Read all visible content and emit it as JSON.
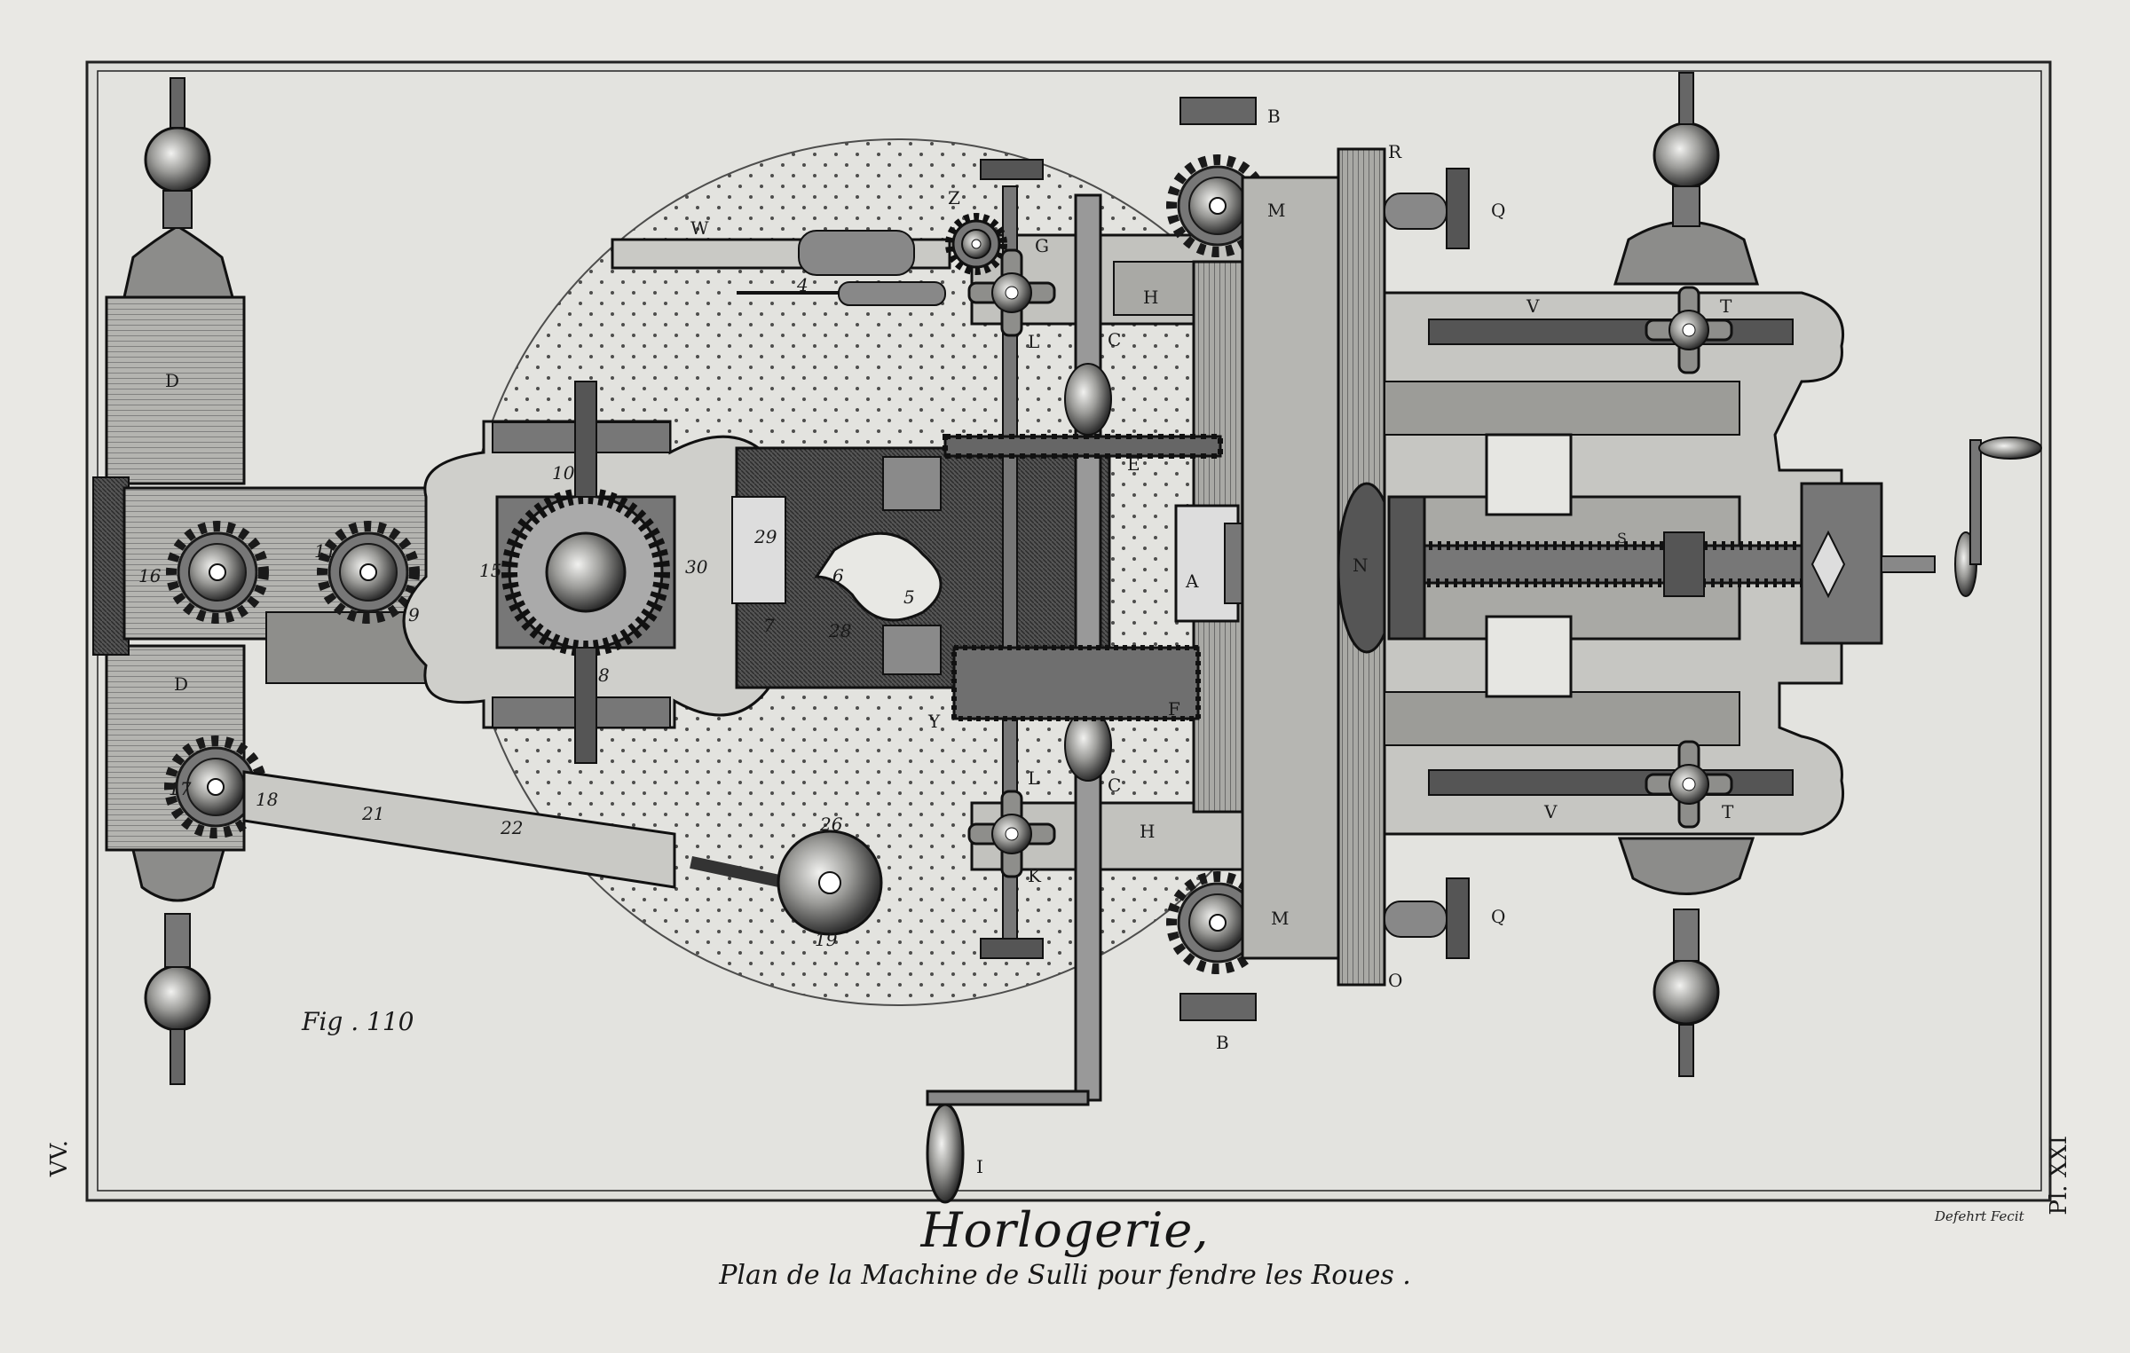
{
  "plate": {
    "title": "Horlogerie,",
    "subtitle": "Plan de la Machine de Sulli pour fendre les Roues .",
    "figure_label": "Fig . 110",
    "engraver": "Defehrt Fecit",
    "plate_number": "Pl. XXI",
    "volume_mark": "VV."
  },
  "letters": {
    "A": "A",
    "B": "B",
    "C": "C",
    "D": "D",
    "E": "E",
    "F": "F",
    "G": "G",
    "H": "H",
    "I": "I",
    "K": "K",
    "L": "L",
    "M": "M",
    "N": "N",
    "O": "O",
    "Q": "Q",
    "R": "R",
    "S": "S",
    "T": "T",
    "V": "V",
    "W": "W",
    "Y": "Y",
    "Z": "Z"
  },
  "numbers": {
    "n4": "4",
    "n5": "5",
    "n6": "6",
    "n7": "7",
    "n8": "8",
    "n9": "9",
    "n10": "10",
    "n11": "11",
    "n15": "15",
    "n16": "16",
    "n17": "17",
    "n18": "18",
    "n19": "19",
    "n21": "21",
    "n22": "22",
    "n26": "26",
    "n28": "28",
    "n29": "29",
    "n30": "30"
  },
  "colors": {
    "paper": "#e9e8e4",
    "ink": "#1c1c1c",
    "metal": "#9a9a9a",
    "dark_metal": "#4a4a4a"
  }
}
